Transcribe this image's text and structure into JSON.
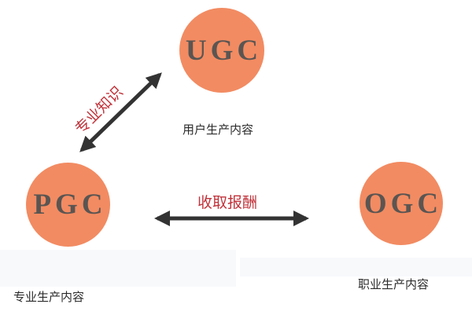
{
  "colors": {
    "node_fill": "#f28b62",
    "node_text": "#5a5552",
    "edge_label": "#c0323a",
    "arrow": "#333333",
    "caption": "#2b2b2b"
  },
  "nodes": [
    {
      "id": "ugc",
      "label": "UGC",
      "caption": "用户生产内容"
    },
    {
      "id": "pgc",
      "label": "PGC",
      "caption": "专业生产内容"
    },
    {
      "id": "ogc",
      "label": "OGC",
      "caption": "职业生产内容"
    }
  ],
  "edges": [
    {
      "from": "pgc",
      "to": "ugc",
      "label": "专业知识",
      "direction": "bidirectional"
    },
    {
      "from": "pgc",
      "to": "ogc",
      "label": "收取报酬",
      "direction": "bidirectional"
    }
  ]
}
